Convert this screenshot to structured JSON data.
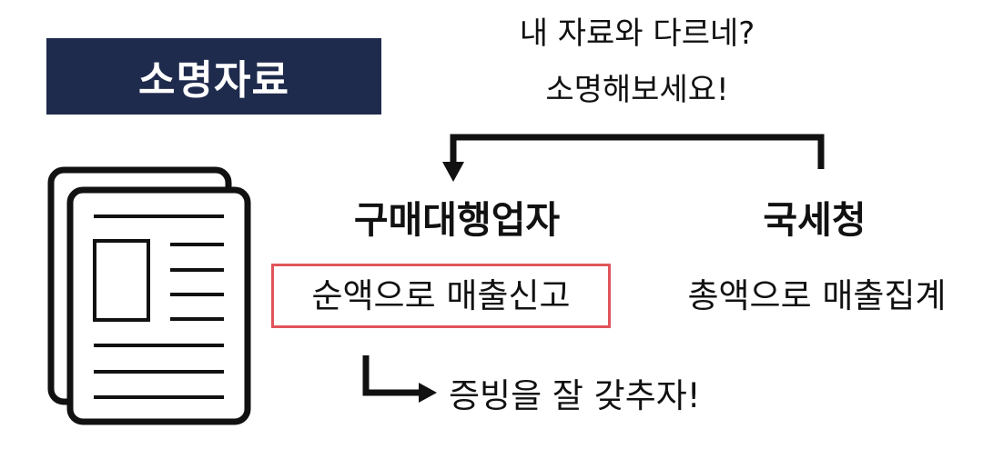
{
  "title": "소명자료",
  "question_line1": "내 자료와 다르네?",
  "question_line2": "소명해보세요!",
  "agent": {
    "label": "구매대행업자",
    "report": "순액으로 매출신고"
  },
  "nts": {
    "label": "국세청",
    "total": "총액으로 매출집계"
  },
  "evidence_note": "증빙을 잘 갖추자!",
  "colors": {
    "title_bg": "#1f2b4d",
    "highlight_border": "#e0555a"
  },
  "icons": [
    "document-stack-icon",
    "bracket-arrow-icon",
    "elbow-arrow-icon"
  ]
}
